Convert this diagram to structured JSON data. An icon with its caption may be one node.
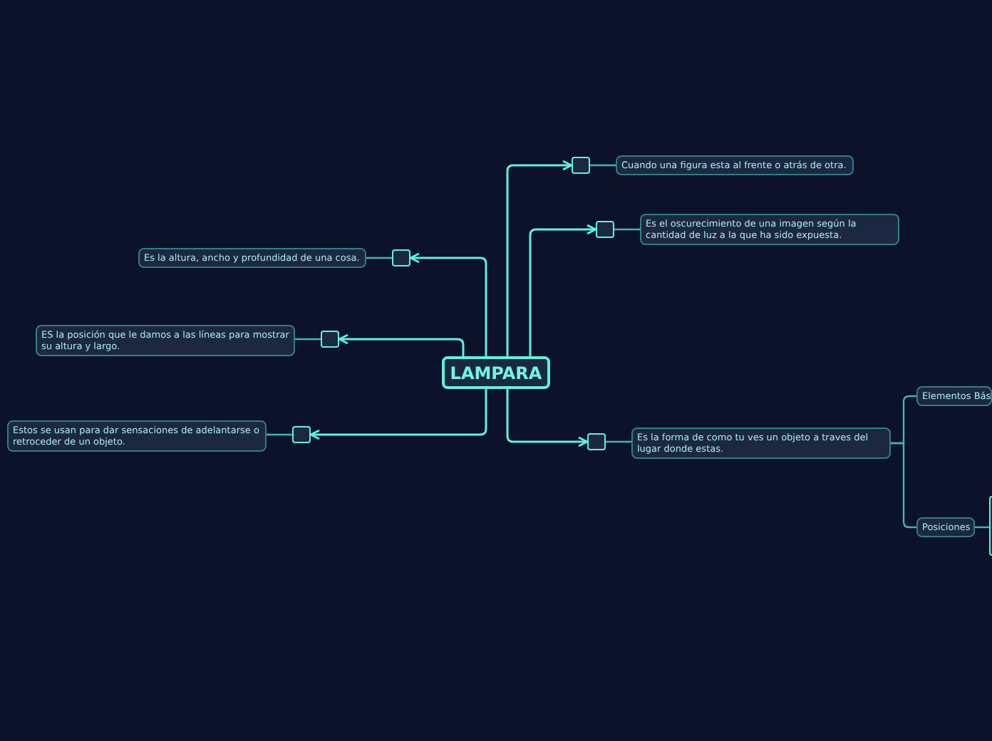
{
  "diagram": {
    "nodes": [
      {
        "text": [
          "LAMPARA"
        ]
      },
      {
        "text": [],
        "shape": "box"
      },
      {
        "text": [
          "Cuando una figura esta al frente o atrás de otra."
        ]
      },
      {
        "text": [],
        "shape": "box"
      },
      {
        "text": [
          "Es el oscurecimiento de una imagen según la cantidad de luz a la que ha sido expuesta."
        ]
      },
      {
        "text": [],
        "shape": "box"
      },
      {
        "text": [
          "Es la altura, ancho y profundidad de una cosa."
        ]
      },
      {
        "text": [],
        "shape": "box"
      },
      {
        "text": [
          "ES la posición que le damos a las líneas para mostrar su altura y largo."
        ]
      },
      {
        "text": [],
        "shape": "box"
      },
      {
        "text": [
          "Estos se usan para dar sensaciones de adelantarse o retroceder de un objeto."
        ]
      },
      {
        "text": [],
        "shape": "box"
      },
      {
        "text": [
          "Es la forma de como tu ves un objeto a traves del lugar donde estas."
        ]
      },
      {
        "text": [
          "Elementos Bás"
        ]
      },
      {
        "text": [
          "Posiciones"
        ]
      },
      {
        "text": [],
        "shape": "box"
      }
    ],
    "edges": [
      {
        "from": 0,
        "to": 1,
        "arrow": "to"
      },
      {
        "from": 1,
        "to": 2,
        "arrow": "none"
      },
      {
        "from": 0,
        "to": 3,
        "arrow": "to"
      },
      {
        "from": 3,
        "to": 4,
        "arrow": "none"
      },
      {
        "from": 0,
        "to": 5,
        "arrow": "to"
      },
      {
        "from": 5,
        "to": 6,
        "arrow": "none"
      },
      {
        "from": 0,
        "to": 7,
        "arrow": "to"
      },
      {
        "from": 7,
        "to": 8,
        "arrow": "none"
      },
      {
        "from": 0,
        "to": 9,
        "arrow": "to"
      },
      {
        "from": 9,
        "to": 10,
        "arrow": "none"
      },
      {
        "from": 0,
        "to": 11,
        "arrow": "to"
      },
      {
        "from": 11,
        "to": 12,
        "arrow": "none"
      },
      {
        "from": 12,
        "to": 13,
        "arrow": "none"
      },
      {
        "from": 12,
        "to": 14,
        "arrow": "none"
      },
      {
        "from": 14,
        "to": 15,
        "arrow": "none"
      }
    ]
  }
}
